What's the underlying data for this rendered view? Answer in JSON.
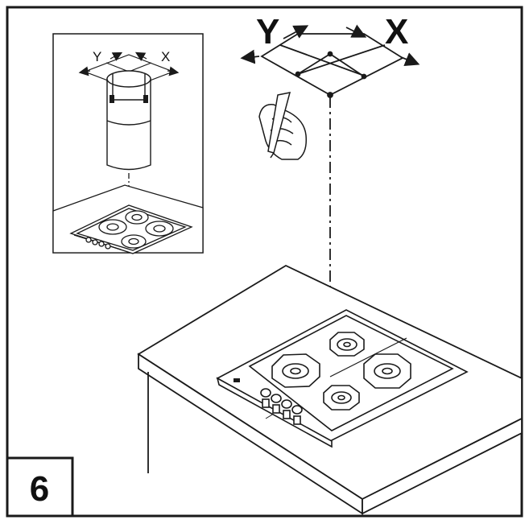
{
  "diagram": {
    "step_number": "6",
    "main_axes": {
      "y_label": "Y",
      "x_label": "X"
    },
    "inset_axes": {
      "y_label": "Y",
      "x_label": "X"
    },
    "colors": {
      "ink": "#1a1a1a",
      "background": "#ffffff"
    },
    "icons": [
      "hand-with-pencil-icon"
    ]
  }
}
